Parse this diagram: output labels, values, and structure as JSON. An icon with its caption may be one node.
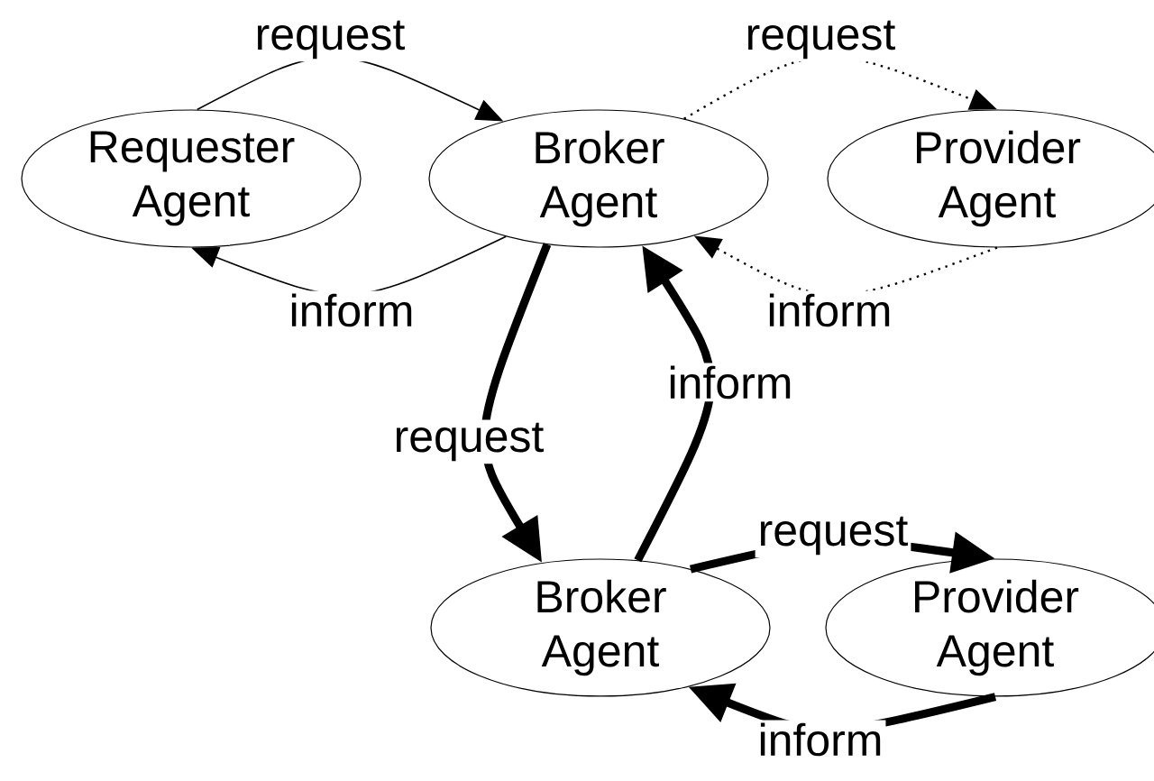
{
  "diagram": {
    "nodes": [
      {
        "text": [
          "Requester Agent"
        ]
      },
      {
        "text": [
          "Broker Agent"
        ]
      },
      {
        "text": [
          "Provider Agent"
        ]
      },
      {
        "text": [
          "Broker Agent"
        ]
      },
      {
        "text": [
          "Provider Agent"
        ]
      }
    ],
    "edges": [
      {
        "from": 0,
        "to": 1,
        "arrow": "to",
        "label": "request"
      },
      {
        "from": 1,
        "to": 0,
        "arrow": "to",
        "label": "inform"
      },
      {
        "from": 1,
        "to": 2,
        "arrow": "to",
        "label": "request",
        "style": "dashed"
      },
      {
        "from": 2,
        "to": 1,
        "arrow": "to",
        "label": "inform",
        "style": "dashed"
      },
      {
        "from": 1,
        "to": 3,
        "arrow": "to",
        "label": "request",
        "style": "thick"
      },
      {
        "from": 3,
        "to": 1,
        "arrow": "to",
        "label": "inform",
        "style": "thick"
      },
      {
        "from": 3,
        "to": 4,
        "arrow": "to",
        "label": "request",
        "style": "thick"
      },
      {
        "from": 4,
        "to": 3,
        "arrow": "to",
        "label": "inform",
        "style": "thick"
      }
    ]
  }
}
